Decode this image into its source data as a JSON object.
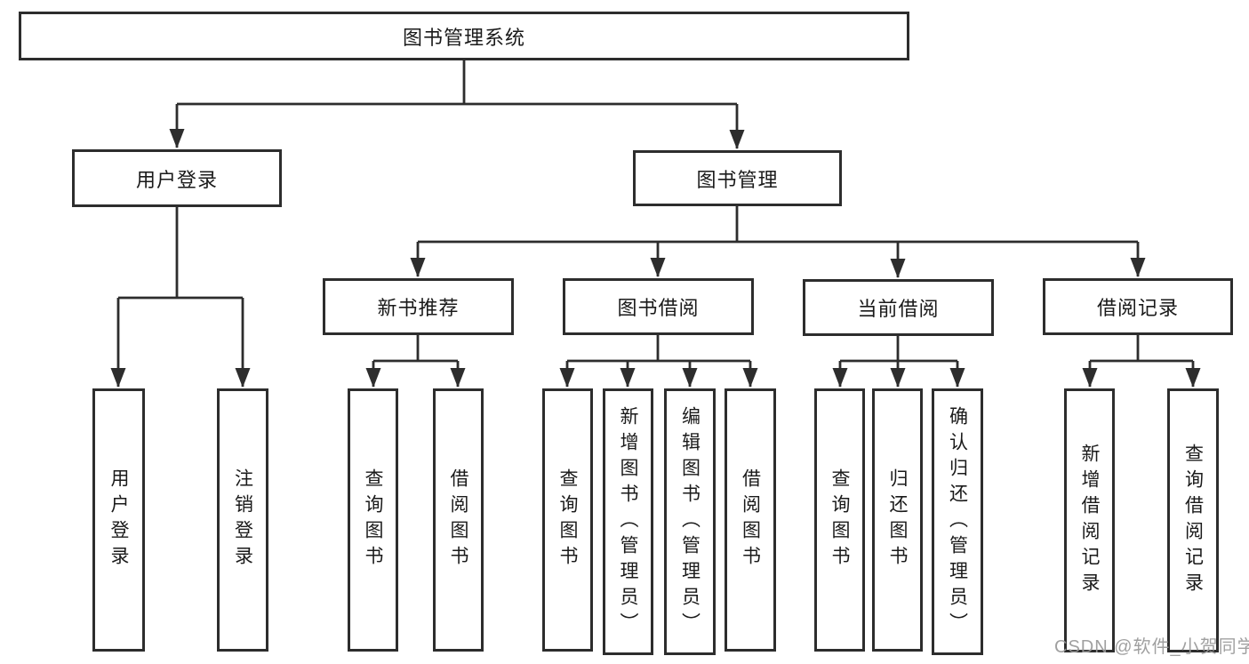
{
  "diagram": {
    "type": "hierarchy-tree",
    "title": "图书管理系统",
    "nodes": {
      "root": {
        "label": "图书管理系统"
      },
      "user_login": {
        "label": "用户登录"
      },
      "book_mgmt": {
        "label": "图书管理"
      },
      "new_book": {
        "label": "新书推荐"
      },
      "book_borrow": {
        "label": "图书借阅"
      },
      "current_borrow": {
        "label": "当前借阅"
      },
      "borrow_record": {
        "label": "借阅记录"
      },
      "leaf_user_login": {
        "label": "用户登录"
      },
      "leaf_logout": {
        "label": "注销登录"
      },
      "leaf_nb_query": {
        "label": "查询图书"
      },
      "leaf_nb_borrow": {
        "label": "借阅图书"
      },
      "leaf_bb_query": {
        "label": "查询图书"
      },
      "leaf_bb_add": {
        "label": "新增图书（管理员）"
      },
      "leaf_bb_edit": {
        "label": "编辑图书（管理员）"
      },
      "leaf_bb_borrow": {
        "label": "借阅图书"
      },
      "leaf_cb_query": {
        "label": "查询图书"
      },
      "leaf_cb_return": {
        "label": "归还图书"
      },
      "leaf_cb_confirm": {
        "label": "确认归还（管理员）"
      },
      "leaf_br_add": {
        "label": "新增借阅记录"
      },
      "leaf_br_query": {
        "label": "查询借阅记录"
      }
    },
    "hierarchy": {
      "图书管理系统": {
        "用户登录": [
          "用户登录",
          "注销登录"
        ],
        "图书管理": {
          "新书推荐": [
            "查询图书",
            "借阅图书"
          ],
          "图书借阅": [
            "查询图书",
            "新增图书（管理员）",
            "编辑图书（管理员）",
            "借阅图书"
          ],
          "当前借阅": [
            "查询图书",
            "归还图书",
            "确认归还（管理员）"
          ],
          "借阅记录": [
            "新增借阅记录",
            "查询借阅记录"
          ]
        }
      }
    },
    "watermark": "CSDN @软件_小贺同学",
    "colors": {
      "line": "#2d2d2d",
      "box_border": "#2d2d2d",
      "box_fill": "#ffffff",
      "text": "#1a1a1a",
      "watermark": "#989898",
      "background": "#ffffff"
    }
  }
}
